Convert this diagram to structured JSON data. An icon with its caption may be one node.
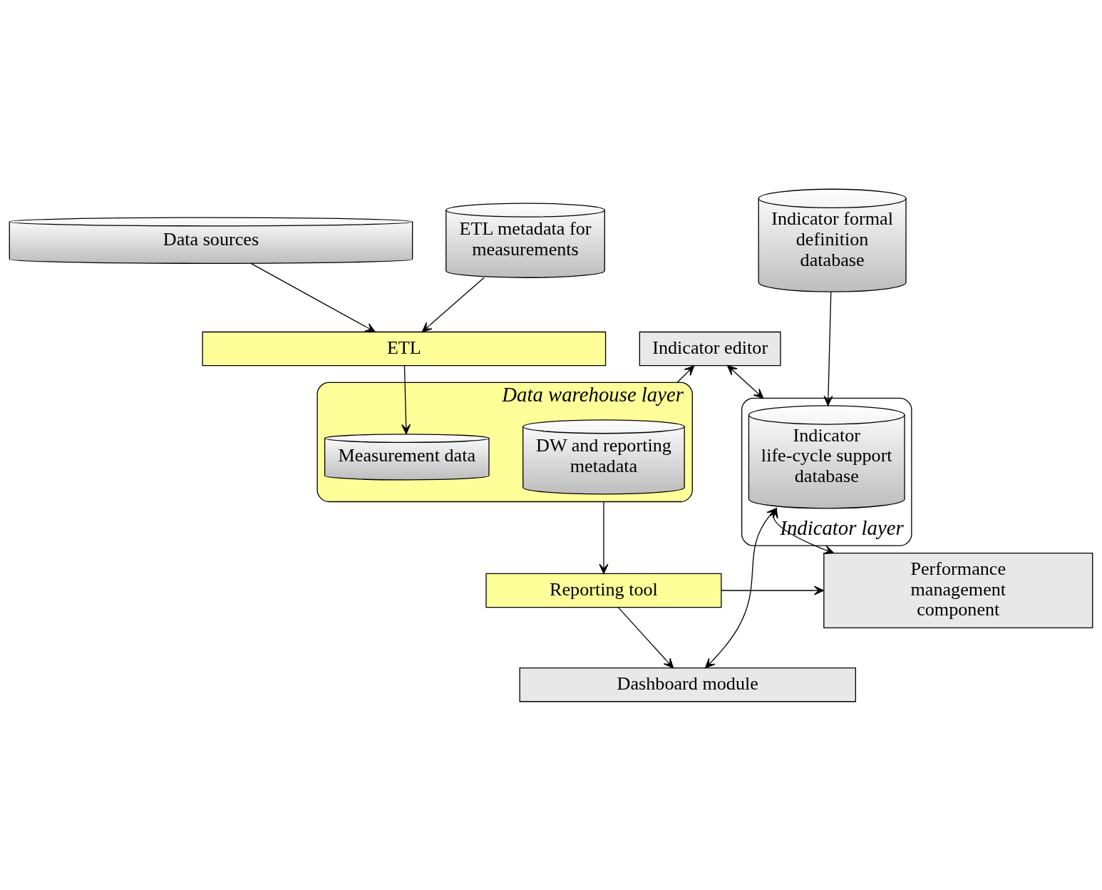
{
  "diagram": {
    "nodes": [
      {
        "text": [
          "Indicator formal definition database"
        ]
      },
      {
        "text": [
          "Data sources"
        ]
      },
      {
        "text": [
          "Indicator editor"
        ]
      },
      {
        "text": [
          "ETL"
        ]
      },
      {
        "text": [
          "Data warehouse layer"
        ]
      },
      {
        "text": [
          "Indicator layer"
        ]
      },
      {
        "text": [
          "Indicator life-cycle support database"
        ],
        "in": 5
      },
      {
        "text": [
          "ETL metadata for measurements"
        ]
      },
      {
        "text": [
          "DW and reporting metadata"
        ],
        "in": 4
      },
      {
        "text": [
          "Measurement data"
        ],
        "in": 4
      },
      {
        "text": [
          "Dashboard module"
        ]
      },
      {
        "text": [
          "Performance management component"
        ]
      },
      {
        "text": [
          "Reporting tool"
        ]
      }
    ],
    "edges": [
      {
        "from": 0,
        "to": 6,
        "arrow": "to"
      },
      {
        "from": 1,
        "to": 3,
        "arrow": "to"
      },
      {
        "from": 2,
        "to": 5,
        "arrow": "both"
      },
      {
        "from": 4,
        "to": 2,
        "arrow": "to"
      },
      {
        "from": 7,
        "to": 3,
        "arrow": "to"
      },
      {
        "from": 3,
        "to": 9,
        "arrow": "to"
      },
      {
        "from": 6,
        "to": 11,
        "arrow": "both"
      },
      {
        "from": 6,
        "to": 10,
        "arrow": "both"
      },
      {
        "from": 4,
        "to": 12,
        "arrow": "to"
      },
      {
        "from": 12,
        "to": 10,
        "arrow": "to"
      },
      {
        "from": 12,
        "to": 11,
        "arrow": "to"
      }
    ]
  }
}
